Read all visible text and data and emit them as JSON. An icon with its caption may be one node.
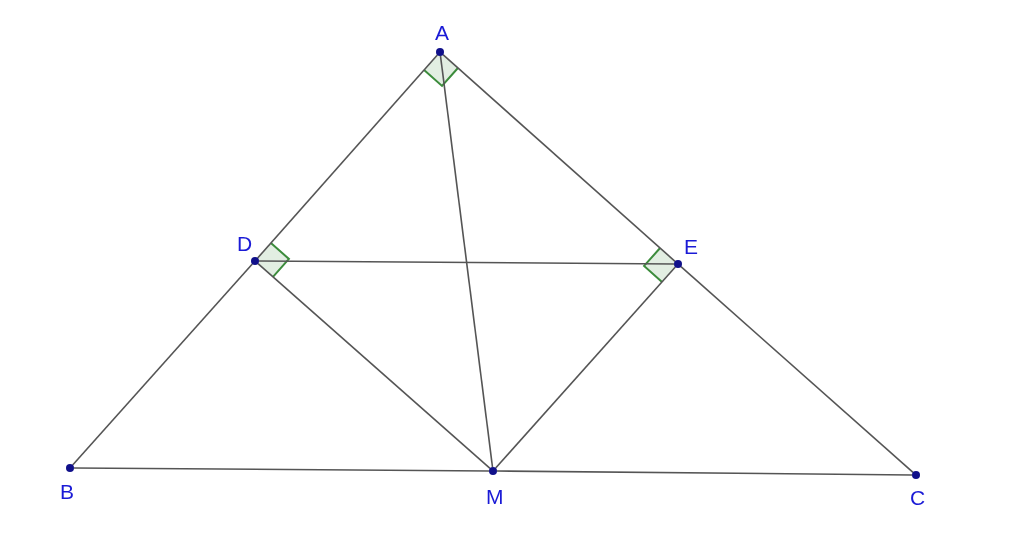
{
  "diagram": {
    "nodes": [
      {
        "text": [
          "A"
        ]
      },
      {
        "text": [
          "D"
        ]
      },
      {
        "text": [
          "E"
        ]
      },
      {
        "text": [
          "B"
        ]
      },
      {
        "text": [
          "M"
        ]
      },
      {
        "text": [
          "C"
        ]
      }
    ],
    "edges": [
      {
        "from": 0,
        "to": 1,
        "arrow": "none"
      },
      {
        "from": 1,
        "to": 3,
        "arrow": "none"
      },
      {
        "from": 0,
        "to": 2,
        "arrow": "none"
      },
      {
        "from": 2,
        "to": 5,
        "arrow": "none"
      },
      {
        "from": 3,
        "to": 4,
        "arrow": "none"
      },
      {
        "from": 4,
        "to": 5,
        "arrow": "none"
      },
      {
        "from": 0,
        "to": 4,
        "arrow": "none"
      },
      {
        "from": 1,
        "to": 2,
        "arrow": "none"
      },
      {
        "from": 1,
        "to": 4,
        "arrow": "none"
      },
      {
        "from": 2,
        "to": 4,
        "arrow": "none"
      }
    ]
  }
}
